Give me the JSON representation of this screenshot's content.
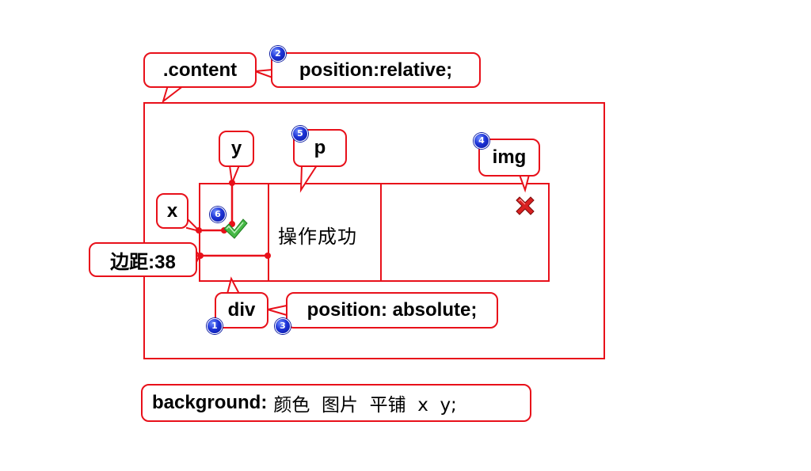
{
  "labels": {
    "content": ".content",
    "position_relative": "position:relative;",
    "p": "p",
    "img": "img",
    "y": "y",
    "x": "x",
    "margin": "边距:38",
    "div": "div",
    "position_absolute": "position: absolute;",
    "success_text": "操作成功"
  },
  "bottom_note": {
    "keyword": "background:",
    "rest": "颜色  图片  平铺  x  y;"
  },
  "badges": [
    "1",
    "2",
    "3",
    "4",
    "5",
    "6"
  ],
  "icons": {
    "check": "check-icon",
    "close": "close-icon"
  },
  "colors": {
    "accent": "#e8101a",
    "badge": "#1d33d6",
    "check": "#3bb33b"
  }
}
